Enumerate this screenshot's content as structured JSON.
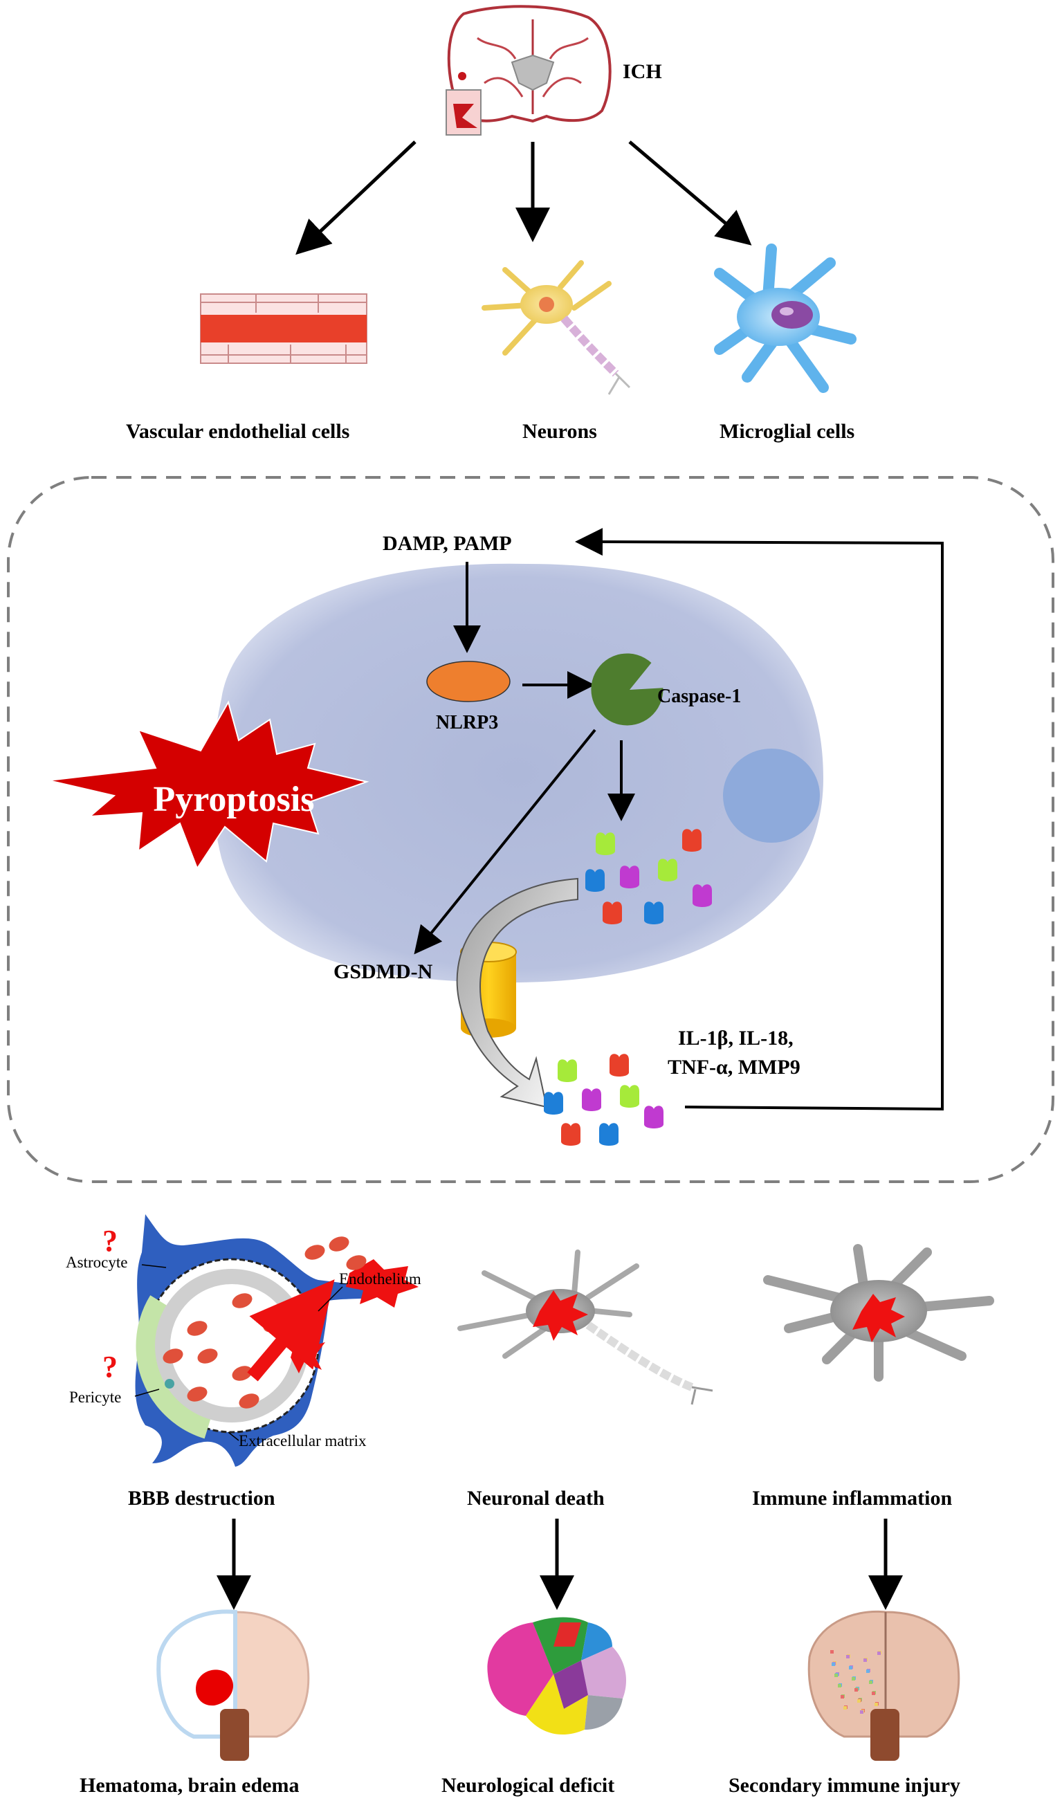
{
  "top": {
    "ich_label": "ICH",
    "cells": {
      "endothelial": "Vascular endothelial cells",
      "neurons": "Neurons",
      "microglia": "Microglial cells"
    }
  },
  "pathway": {
    "damp_pamp": "DAMP, PAMP",
    "nlrp3": "NLRP3",
    "caspase1": "Caspase-1",
    "pyroptosis": "Pyroptosis",
    "gsdmd": "GSDMD-N",
    "cytokines_line1": "IL-1β, IL-18,",
    "cytokines_line2": "TNF-α, MMP9"
  },
  "bbb": {
    "astrocyte": "Astrocyte",
    "pericyte": "Pericyte",
    "endothelium": "Endothelium",
    "ecm": "Extracellular matrix",
    "question_mark": "?"
  },
  "outcomes": {
    "bbb_destruction": "BBB destruction",
    "neuronal_death": "Neuronal death",
    "immune_inflammation": "Immune inflammation",
    "hematoma": "Hematoma, brain edema",
    "neuro_deficit": "Neurological deficit",
    "secondary_injury": "Secondary immune injury"
  },
  "colors": {
    "nlrp3": "#ee7f2e",
    "caspase": "#4e7d2e",
    "pyroptosis": "#d40000",
    "gsdmd": "#f5b800",
    "cell_fill": "#b9c2de",
    "nucleus": "#8eaadb",
    "vessel_red": "#e8402a"
  }
}
